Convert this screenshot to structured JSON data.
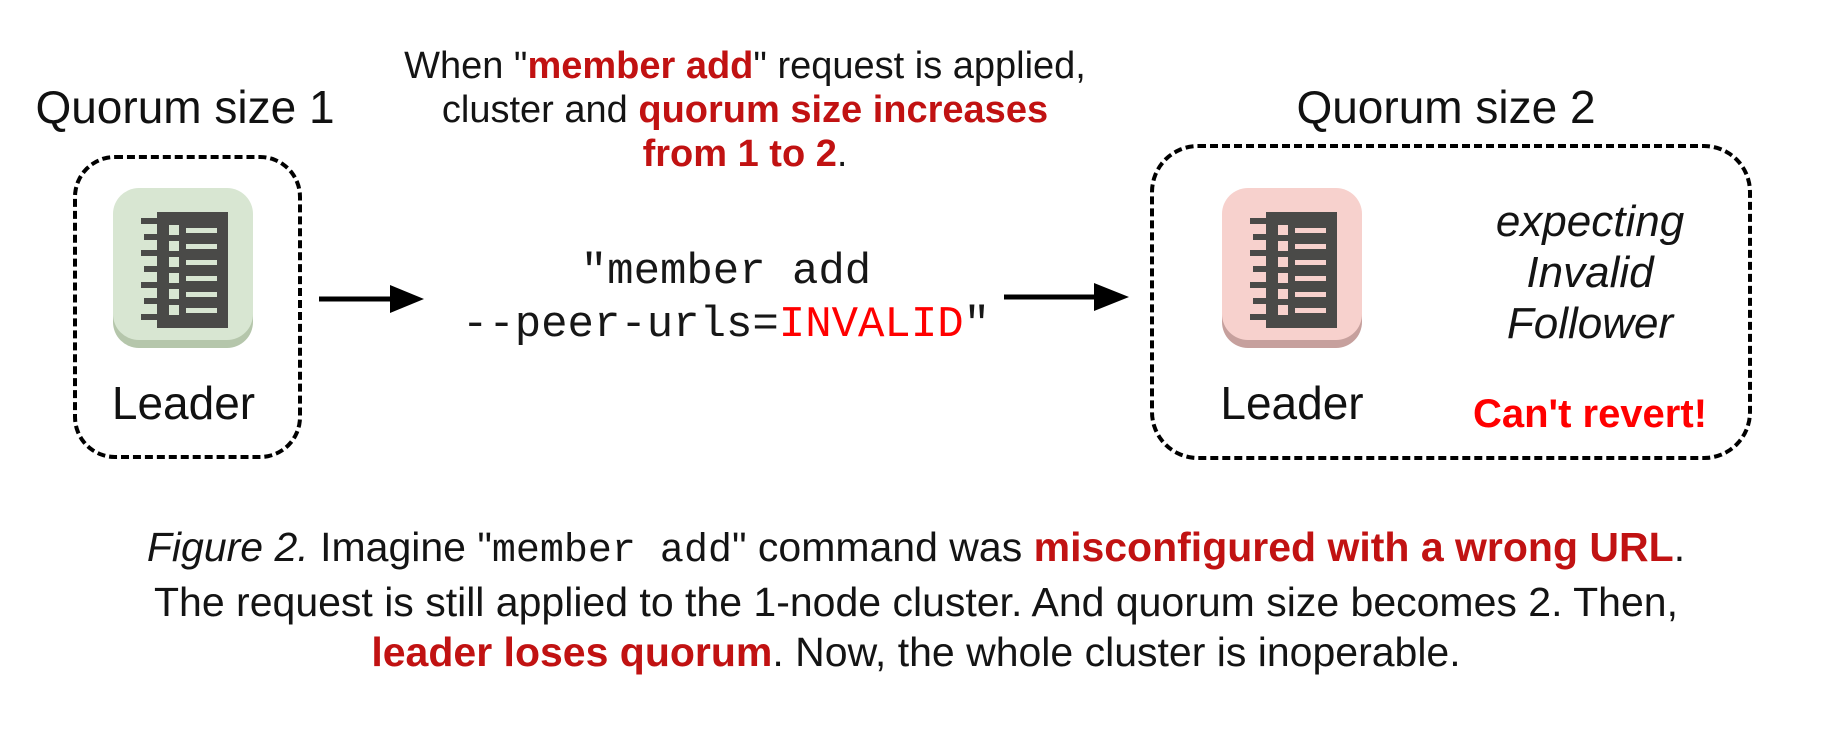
{
  "colors": {
    "accent_red_dark": "#c11212",
    "accent_red_bright": "#ff0000",
    "icon_green_bg": "#d8e6d2",
    "icon_green_shadow": "#b5c6ab",
    "icon_pink_bg": "#f7d1cd",
    "icon_pink_shadow": "#c6a09d",
    "icon_glyph": "#4a4a48",
    "text": "#141414"
  },
  "left_cluster": {
    "title": "Quorum size 1",
    "node_label": "Leader",
    "node_icon": "ledger-icon"
  },
  "heading": {
    "s1": "When \"",
    "s2": "member add",
    "s3": "\" request is applied,",
    "s4": "cluster and ",
    "s5": "quorum size increases",
    "s6": "from 1 to 2",
    "s7": "."
  },
  "command": {
    "line1": "\"member add",
    "line2_pre": "--peer-urls=",
    "line2_invalid": "INVALID",
    "line2_post": "\""
  },
  "right_cluster": {
    "title": "Quorum size 2",
    "node_label": "Leader",
    "node_icon": "ledger-icon",
    "note_line1": "expecting",
    "note_line2": "Invalid",
    "note_line3": "Follower",
    "warning": "Can't revert!"
  },
  "caption": {
    "figure_label": "Figure 2.",
    "s2": " Imagine \"",
    "s3": "member add",
    "s4": "\" command was ",
    "s5": "misconfigured with a wrong URL",
    "s6": ".",
    "line2": "The request is still applied to the 1-node cluster. And quorum size becomes 2. Then,",
    "line3_red": "leader loses quorum",
    "line3_rest": ". Now, the whole cluster is inoperable."
  }
}
